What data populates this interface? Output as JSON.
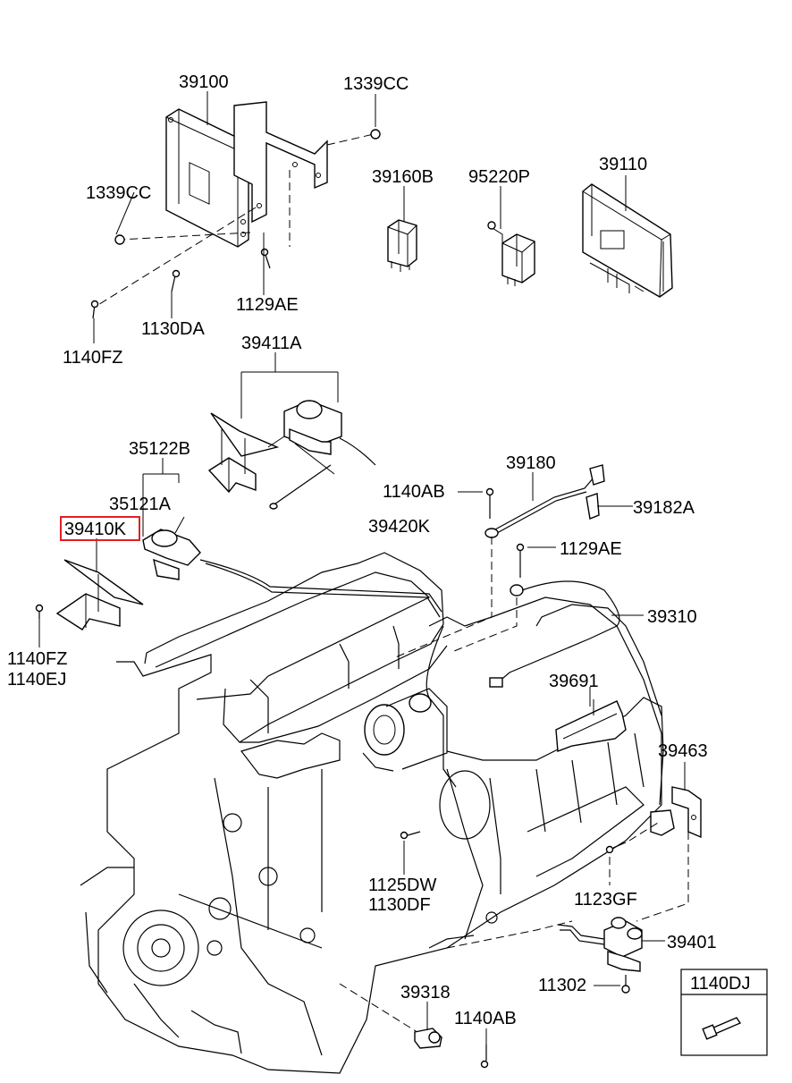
{
  "labels": {
    "p39100": "39100",
    "p1339CC_a": "1339CC",
    "p1339CC_b": "1339CC",
    "p39160B": "39160B",
    "p95220P": "95220P",
    "p39110": "39110",
    "p1129AE_a": "1129AE",
    "p1130DA": "1130DA",
    "p1140FZ_a": "1140FZ",
    "p39411A": "39411A",
    "p35122B": "35122B",
    "p35121A": "35121A",
    "p39410K": "39410K",
    "p1140FZ_b": "1140FZ",
    "p1140EJ": "1140EJ",
    "p39180": "39180",
    "p1140AB_a": "1140AB",
    "p39182A": "39182A",
    "p1129AE_b": "1129AE",
    "p39420K": "39420K",
    "p39310": "39310",
    "p39691": "39691",
    "p39463": "39463",
    "p1125DW": "1125DW",
    "p1130DF": "1130DF",
    "p1123GF": "1123GF",
    "p39401": "39401",
    "p11302": "11302",
    "p39318": "39318",
    "p1140AB_b": "1140AB",
    "p1140DJ": "1140DJ"
  },
  "highlight": {
    "part": "39410K",
    "color": "#e31e24"
  }
}
